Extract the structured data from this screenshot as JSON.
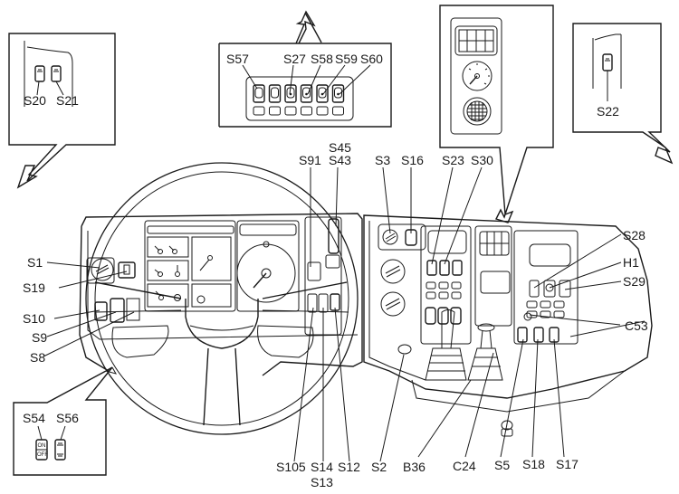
{
  "diagram": {
    "title": "Truck dashboard switch and component locations",
    "callouts": {
      "top_left": {
        "labels": [
          "S20",
          "S21"
        ]
      },
      "top_center": {
        "labels": [
          "S57",
          "S27",
          "S58",
          "S59",
          "S60"
        ]
      },
      "top_right_panel": {
        "description": "Auxiliary panel with grille, gauge and speaker"
      },
      "right": {
        "labels": [
          "S22"
        ]
      },
      "bottom_left": {
        "labels": [
          "S54",
          "S56"
        ],
        "switch_text": {
          "on": "ON",
          "off": "OFF"
        }
      }
    },
    "labels_left": [
      "S1",
      "S19",
      "S10",
      "S9",
      "S8"
    ],
    "labels_top": [
      "S91",
      "S45",
      "S43",
      "S3",
      "S16",
      "S23",
      "S30"
    ],
    "labels_right": [
      "S28",
      "H1",
      "S29",
      "C53"
    ],
    "labels_bottom": [
      "S105",
      "S14",
      "S13",
      "S12",
      "S2",
      "B36",
      "C24",
      "S5",
      "S18",
      "S17"
    ]
  }
}
